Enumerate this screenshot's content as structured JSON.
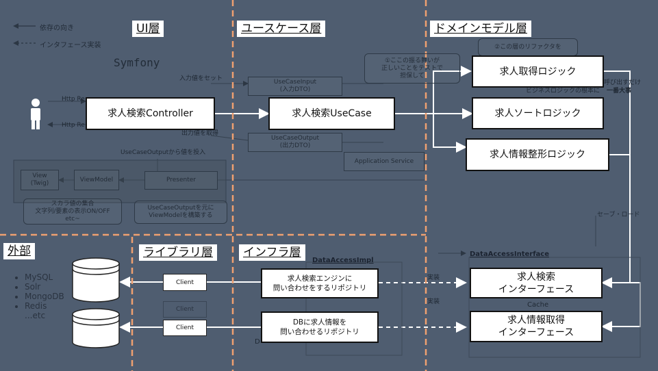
{
  "legend": {
    "dependency": "依存の向き",
    "interface_impl": "インタフェース実装"
  },
  "framework_label": "Symfony",
  "layers": {
    "ui": "UI層",
    "usecase": "ユースケース層",
    "domain": "ドメインモデル層",
    "external": "外部",
    "library": "ライブラリ層",
    "infra": "インフラ層"
  },
  "ui": {
    "controller": "求人検索Controller",
    "http_request": "Http Re",
    "http_response": "Http Re",
    "input_set": "入力値をセット",
    "output_get": "出力値を取得",
    "usecaseoutput_inject": "UseCaseOutputから値を投入",
    "view": "View\n(Twig)",
    "viewmodel": "ViewModel",
    "presenter": "Presenter",
    "note_viewmodel": "スカラ値の集合\n文字列/要素の表示ON/OFF\netc~",
    "note_presenter": "UseCaseOutputを元に\nViewModelを構築する"
  },
  "usecase": {
    "usecase": "求人検索UseCase",
    "input": "UseCaseInput\n(入力DTO)",
    "output": "UseCaseOutput\n(出力DTO)",
    "app_service": "Application Service",
    "note": "①ここの振る舞いが\n正しいことをテストで\n担保して"
  },
  "domain": {
    "fetch_logic": "求人取得ロジック",
    "sort_logic": "求人ソートロジック",
    "format_logic": "求人情報整形ロジック",
    "note_refactor": "②この層のリファクタを",
    "note_biz": "ビジネスロジックの根本に",
    "note_call": "呼び出すだけ",
    "note_big": "一番大事",
    "save_load": "セーブ・ロード",
    "dai_title": "DataAccessInterface",
    "search_if": "求人検索\nインターフェース",
    "fetch_if": "求人情報取得\nインターフェース",
    "cache": "Cache"
  },
  "infra": {
    "dai_impl": "DataAccessImpl",
    "search_repo": "求人検索エンジンに\n問い合わせをするリポジトリ",
    "db_repo": "DBに求人情報を\n問い合わせるリポジトリ",
    "impl1": "実装",
    "impl2": "実装",
    "d_label": "D"
  },
  "library": {
    "client1": "Client",
    "client_bg": "Client",
    "client2": "Client"
  },
  "external": {
    "items": [
      "MySQL",
      "Solr",
      "MongoDB",
      "Redis",
      "...etc"
    ]
  },
  "colors": {
    "background": "#4f5d70",
    "divider": "#f0a070",
    "arrow": "#ffffff",
    "box_fill": "#ffffff"
  }
}
